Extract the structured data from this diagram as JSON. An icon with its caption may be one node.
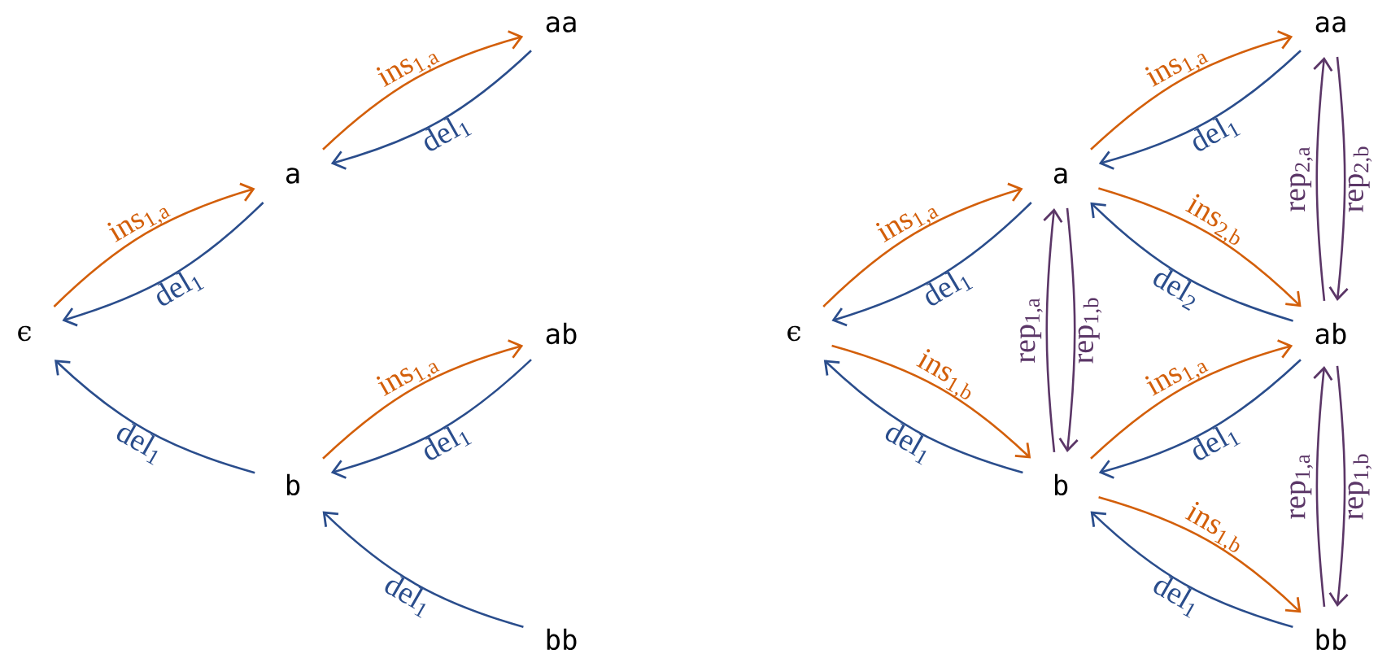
{
  "diagram": {
    "nodes": [
      {
        "text": [
          "ϵ"
        ]
      },
      {
        "text": [
          "a"
        ]
      },
      {
        "text": [
          "b"
        ]
      },
      {
        "text": [
          "aa"
        ]
      },
      {
        "text": [
          "ab"
        ]
      },
      {
        "text": [
          "bb"
        ]
      },
      {
        "text": [
          "ϵ"
        ]
      },
      {
        "text": [
          "a"
        ]
      },
      {
        "text": [
          "b"
        ]
      },
      {
        "text": [
          "aa"
        ]
      },
      {
        "text": [
          "ab"
        ]
      },
      {
        "text": [
          "bb"
        ]
      }
    ],
    "edges": [
      {
        "from": 0,
        "to": 1,
        "arrow": "to",
        "label": "ins$_{1,a}$",
        "color": "#d35f0a"
      },
      {
        "from": 1,
        "to": 0,
        "arrow": "to",
        "label": "del$_{1}$"
      },
      {
        "from": 1,
        "to": 3,
        "arrow": "to",
        "label": "ins$_{1,a}$",
        "color": "#d35f0a"
      },
      {
        "from": 3,
        "to": 1,
        "arrow": "to",
        "label": "del$_{1}$"
      },
      {
        "from": 2,
        "to": 0,
        "arrow": "to",
        "label": "del$_{1}$"
      },
      {
        "from": 2,
        "to": 4,
        "arrow": "to",
        "label": "ins$_{1,a}$",
        "color": "#d35f0a"
      },
      {
        "from": 4,
        "to": 2,
        "arrow": "to",
        "label": "del$_{1}$"
      },
      {
        "from": 5,
        "to": 2,
        "arrow": "to",
        "label": "del$_{1}$"
      },
      {
        "from": 6,
        "to": 7,
        "arrow": "to",
        "label": "ins$_{1,a}$",
        "color": "#d35f0a"
      },
      {
        "from": 7,
        "to": 6,
        "arrow": "to",
        "label": "del$_{1}$"
      },
      {
        "from": 6,
        "to": 8,
        "arrow": "to",
        "label": "ins$_{1,b}$",
        "color": "#d35f0a"
      },
      {
        "from": 8,
        "to": 6,
        "arrow": "to",
        "label": "del$_{1}$"
      },
      {
        "from": 8,
        "to": 7,
        "arrow": "to",
        "label": "rep$_{1,a}$",
        "color": "#5b3667"
      },
      {
        "from": 7,
        "to": 8,
        "arrow": "to",
        "label": "rep$_{1,b}$",
        "color": "#5b3667"
      },
      {
        "from": 7,
        "to": 9,
        "arrow": "to",
        "label": "ins$_{1,a}$",
        "color": "#d35f0a"
      },
      {
        "from": 9,
        "to": 7,
        "arrow": "to",
        "label": "del$_{1}$"
      },
      {
        "from": 7,
        "to": 10,
        "arrow": "to",
        "label": "ins$_{2,b}$",
        "color": "#d35f0a"
      },
      {
        "from": 10,
        "to": 7,
        "arrow": "to",
        "label": "del$_{2}$"
      },
      {
        "from": 10,
        "to": 9,
        "arrow": "to",
        "label": "rep$_{2,a}$",
        "color": "#5b3667"
      },
      {
        "from": 9,
        "to": 10,
        "arrow": "to",
        "label": "rep$_{2,b}$",
        "color": "#5b3667"
      },
      {
        "from": 8,
        "to": 10,
        "arrow": "to",
        "label": "ins$_{1,a}$",
        "color": "#d35f0a"
      },
      {
        "from": 10,
        "to": 8,
        "arrow": "to",
        "label": "del$_{1}$"
      },
      {
        "from": 8,
        "to": 11,
        "arrow": "to",
        "label": "ins$_{1,b}$",
        "color": "#d35f0a"
      },
      {
        "from": 11,
        "to": 8,
        "arrow": "to",
        "label": "del$_{1}$"
      },
      {
        "from": 11,
        "to": 10,
        "arrow": "to",
        "label": "rep$_{1,a}$",
        "color": "#5b3667"
      },
      {
        "from": 10,
        "to": 11,
        "arrow": "to",
        "label": "rep$_{1,b}$",
        "color": "#5b3667"
      }
    ]
  }
}
